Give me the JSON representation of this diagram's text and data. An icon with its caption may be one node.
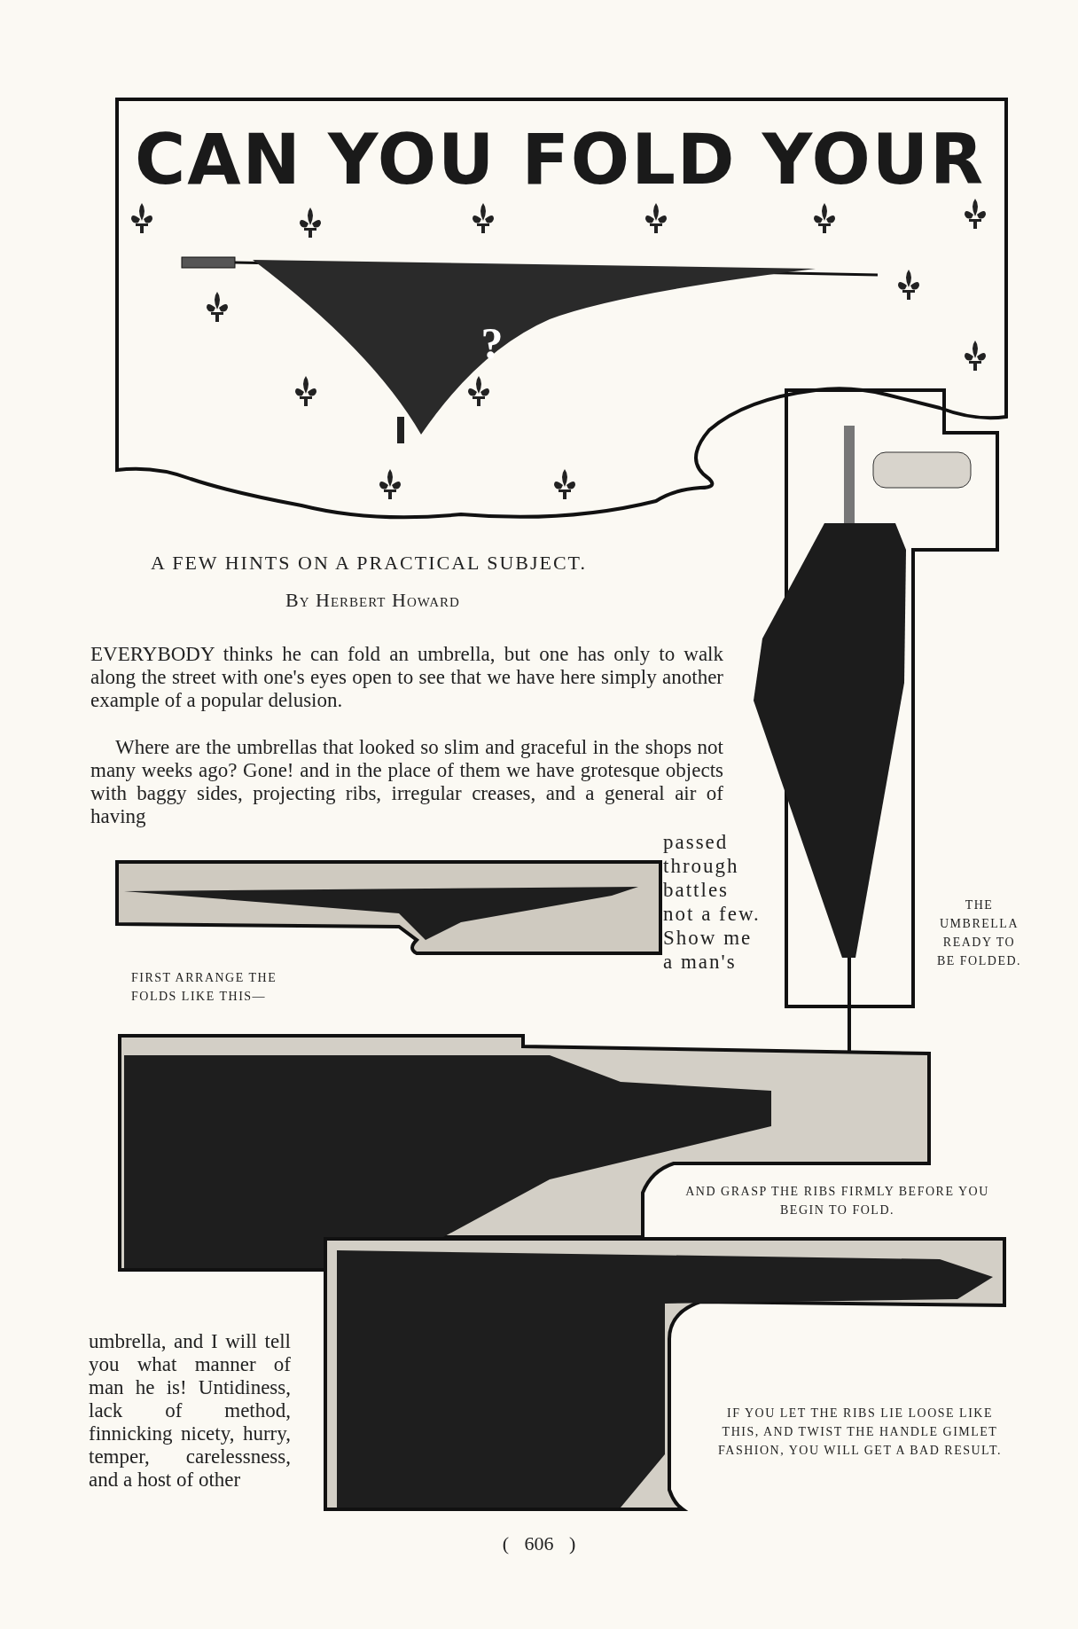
{
  "diagram": {
    "title": "CAN YOU FOLD YOUR",
    "labels": [
      "?",
      "A FEW HINTS ON A PRACTICAL SUBJECT.",
      "By Herbert Howard",
      "EVERYBODY thinks he can fold an umbrella, but one has only to walk along the street with one's eyes open to see that we have here simply another example of a popular delusion.",
      "Where are the umbrellas that looked so slim and graceful in the shops not many weeks ago? Gone! and in the place of them we have grotesque objects with baggy sides, projecting ribs, irregular creases, and a general air of having",
      "passed through battles not a few. Show me a man's",
      "THE UMBRELLA READY TO BE FOLDED.",
      "FIRST ARRANGE THE FOLDS LIKE THIS—",
      "AND GRASP THE RIBS FIRMLY BEFORE YOU BEGIN TO FOLD.",
      "umbrella, and I will tell you what manner of man he is! Untidiness, lack of method, finnicking nicety, hurry, temper, carelessness, and a host of other",
      "IF YOU LET THE RIBS LIE LOOSE LIKE THIS, AND TWIST THE HANDLE GIMLET FASHION, YOU WILL GET A BAD RESULT.",
      "( 606 )"
    ]
  }
}
